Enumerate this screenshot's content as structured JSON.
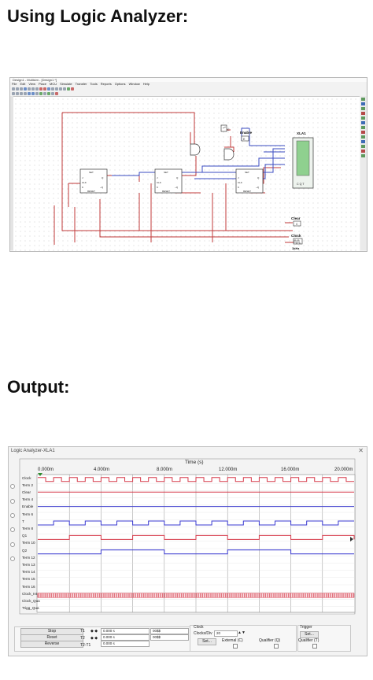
{
  "headings": {
    "top": "Using Logic Analyzer:",
    "bottom": "Output:"
  },
  "multisim": {
    "title": "Design1 - Multisim - [Design1 *]",
    "menu": [
      "File",
      "Edit",
      "View",
      "Place",
      "MCU",
      "Simulate",
      "Transfer",
      "Tools",
      "Reports",
      "Options",
      "Window",
      "Help"
    ],
    "labels": {
      "enable": "Enable",
      "enable_key": "E",
      "analyzer": "XLA1",
      "analyzer_pins": "C Q T",
      "clear": "Clear",
      "clear_key": "C",
      "clock": "Clock",
      "clock_freq": "1kHz",
      "ff_set": "SET",
      "ff_reset": "RESET",
      "ff_j": "J",
      "ff_k": "K",
      "ff_q": "Q",
      "ff_qbar": "~Q",
      "ff_clk": "CLK"
    }
  },
  "analyzer": {
    "title": "Logic Analyzer-XLA1",
    "close": "✕",
    "axis_title": "Time (s)",
    "ticks": [
      "0.000m",
      "4.000m",
      "8.000m",
      "12.000m",
      "16.000m",
      "20.000m"
    ],
    "rows": [
      "Clock",
      "Term 2",
      "Clear",
      "Term 4",
      "Enable",
      "Term 6",
      "T",
      "Term 8",
      "Q1",
      "Term 10",
      "Q2",
      "Term 12",
      "Term 13",
      "Term 14",
      "Term 15",
      "Term 16",
      "Clock_Int",
      "Clock_Qua",
      "Trigg_Qua"
    ],
    "controls": {
      "stop": "Stop",
      "reset": "Reset",
      "reverse": "Reverse",
      "t1": "T1",
      "t2": "T2",
      "t2t1": "T2-T1",
      "arrows": "◆ ◆",
      "t1_val": "0.000 s",
      "t2_val": "0.000 s",
      "t2t1_val": "0.000 s",
      "t1_hex": "00$$",
      "t2_hex": "00$$",
      "clock_section": "Clock",
      "clocks_div_label": "Clocks/Div",
      "clocks_div_value": "20",
      "set_clock": "Set...",
      "external": "External (C)",
      "qualifier_clock": "Qualifier (Q)",
      "trigger_section": "Trigger",
      "set_trigger": "Set...",
      "qualifier_trigger": "Qualifier (T)"
    },
    "colors": {
      "clock_wave": "#d63a4a",
      "clear_wave": "#d63a4a",
      "enable_wave": "#4a4ad0",
      "t_wave": "#3a3ad0",
      "q1_wave": "#d63a4a",
      "q2_wave": "#3a3ad0",
      "internal_clock": "#d63a4a"
    }
  }
}
